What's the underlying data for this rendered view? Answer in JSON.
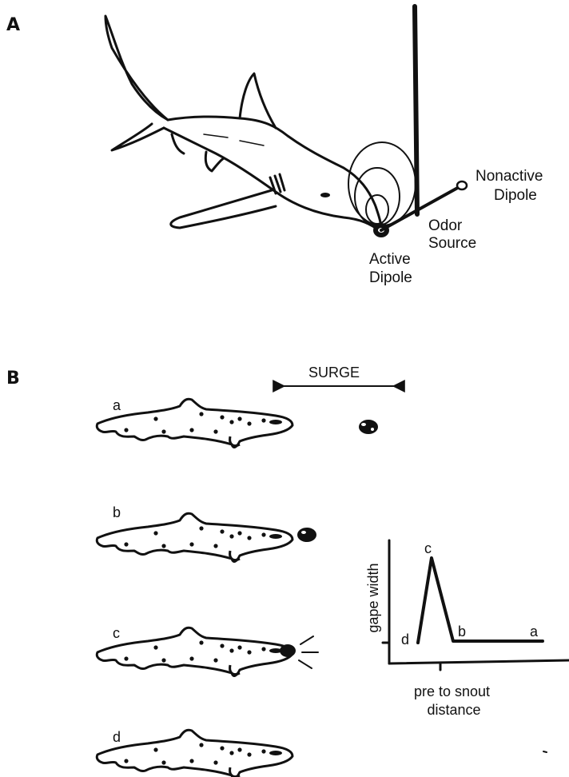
{
  "panel_a": {
    "letter": "A",
    "labels": {
      "nonactive_dipole": [
        "Nonactive",
        "Dipole"
      ],
      "odor_source": [
        "Odor",
        "Source"
      ],
      "active_dipole": [
        "Active",
        "Dipole"
      ]
    }
  },
  "panel_b": {
    "letter": "B",
    "surge_label": "SURGE",
    "sequence_labels": [
      "a",
      "b",
      "c",
      "d"
    ],
    "inset": {
      "ylabel": "gape width",
      "xlabel_lines": [
        "pre to snout",
        "distance"
      ],
      "point_labels": [
        "d",
        "c",
        "b",
        "a"
      ]
    }
  }
}
